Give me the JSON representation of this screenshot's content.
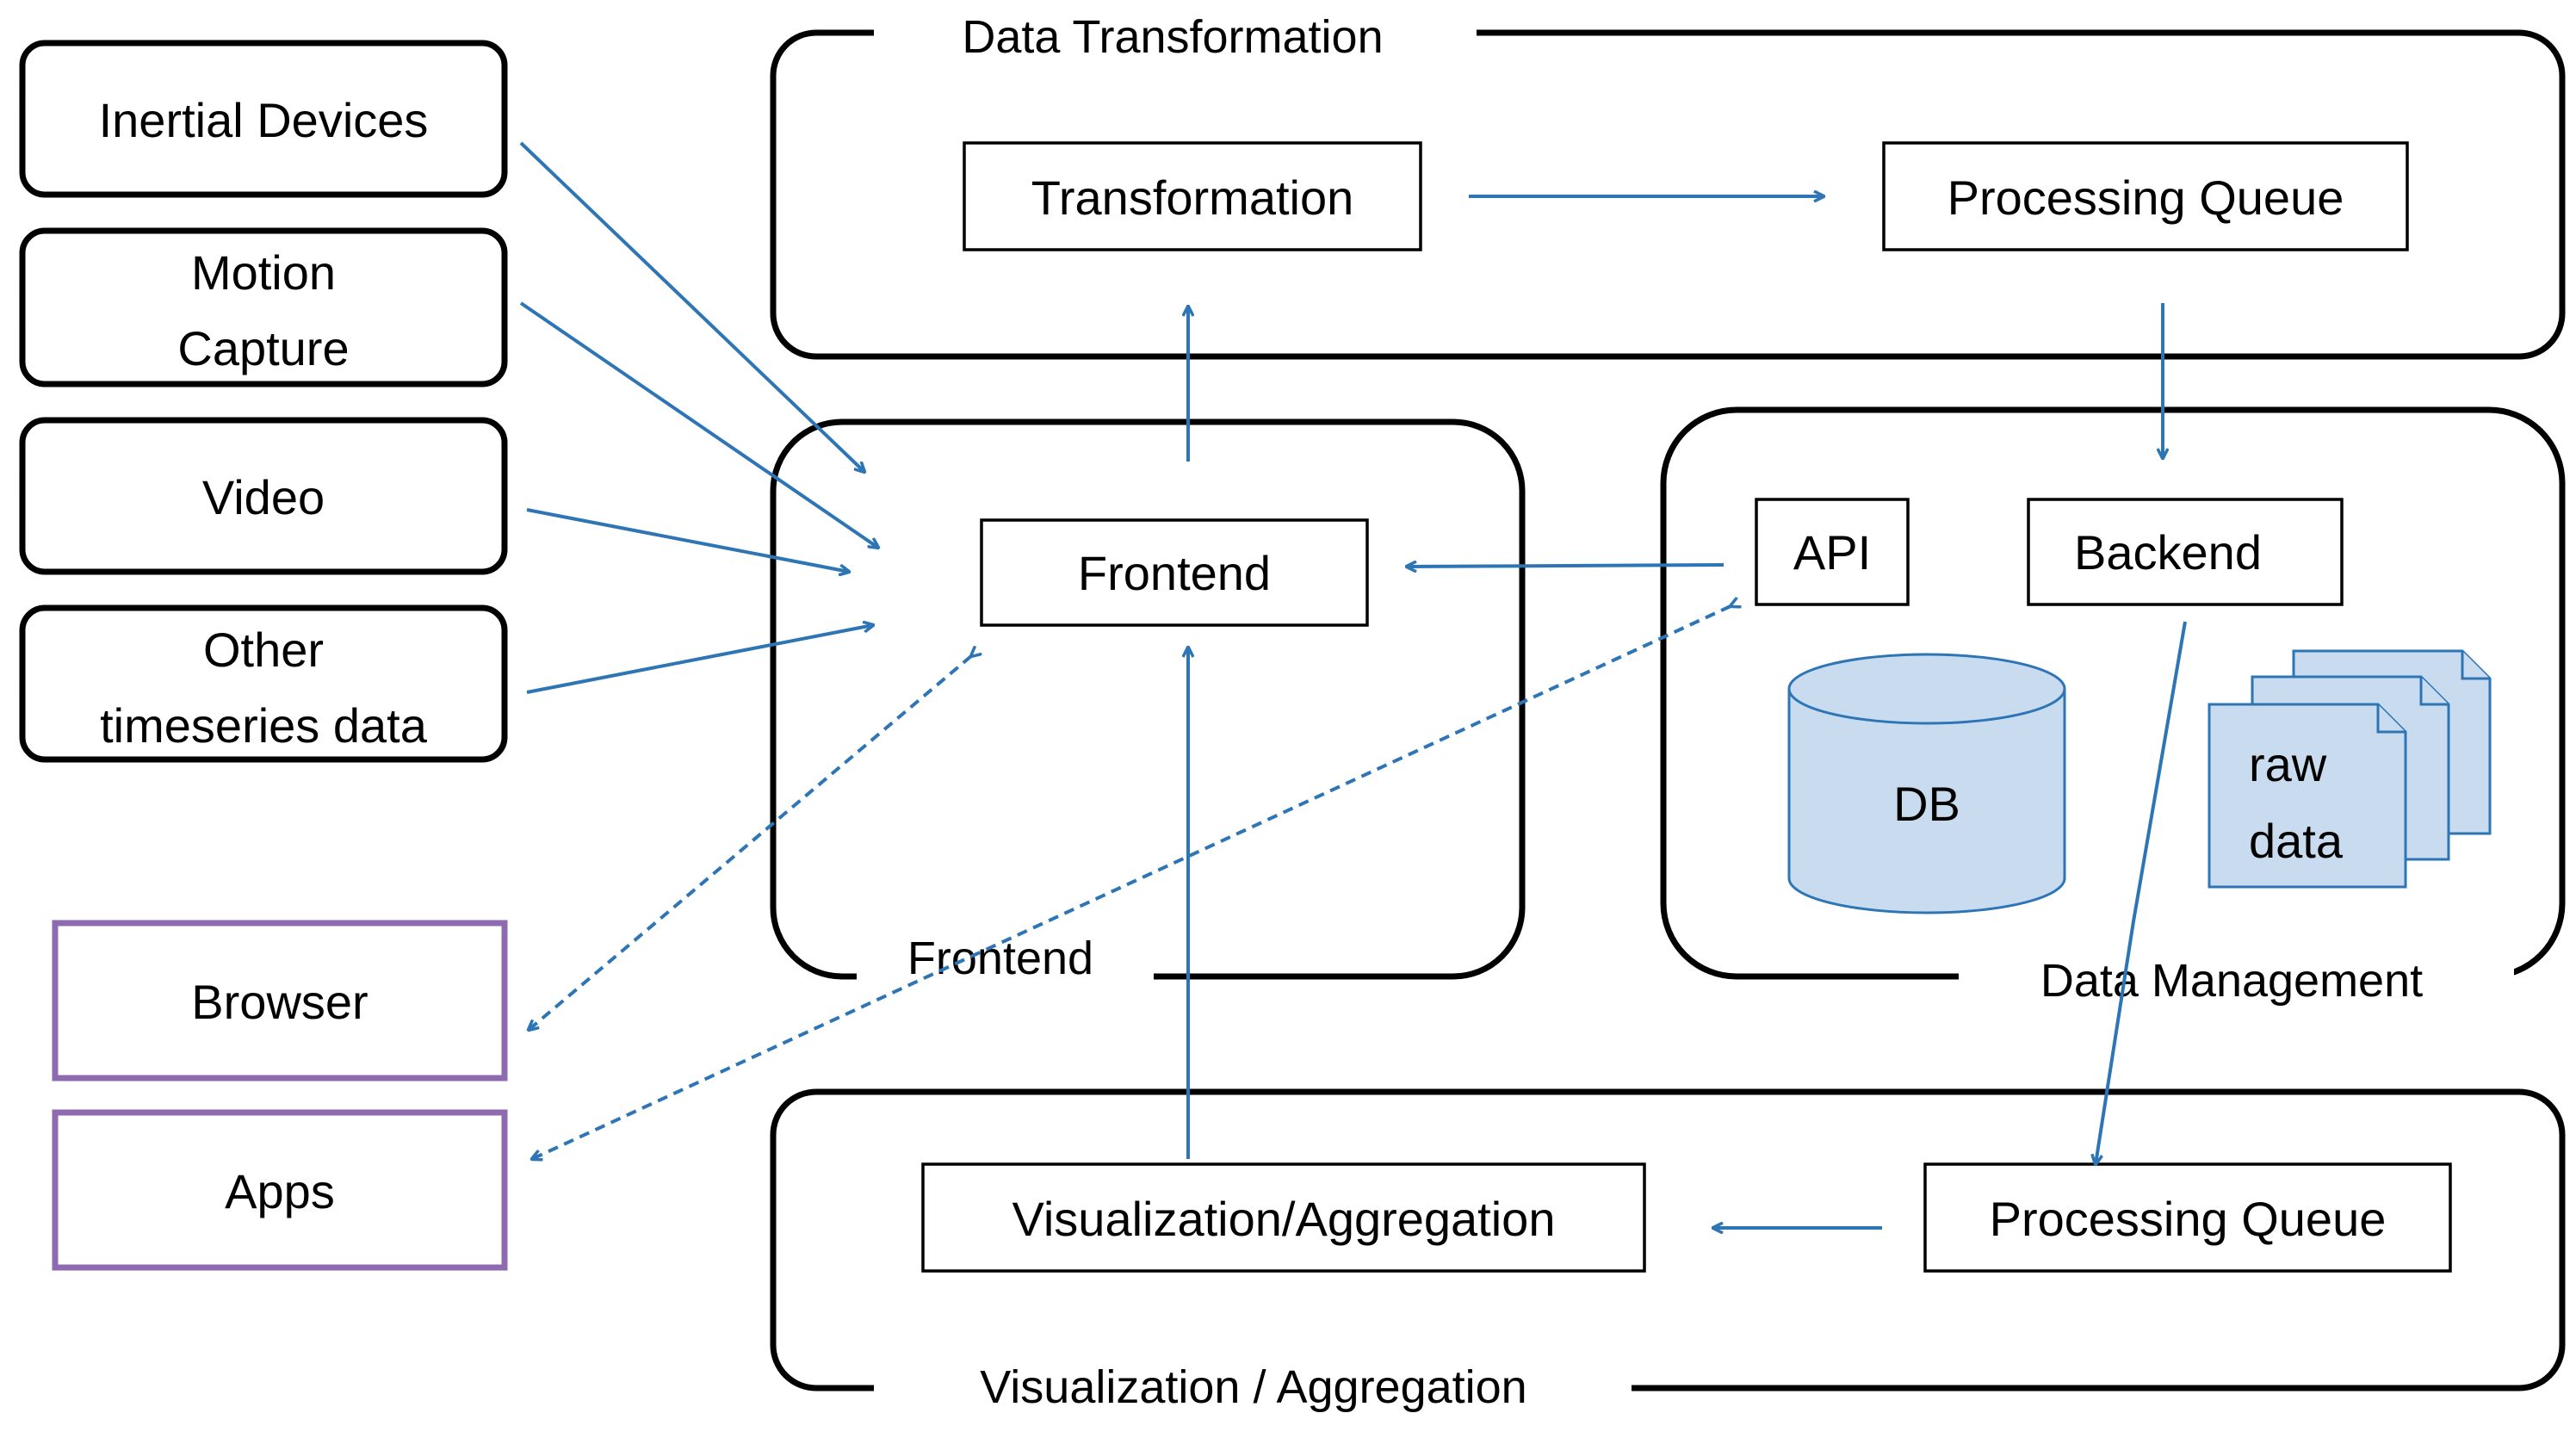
{
  "groups": {
    "data_transformation": "Data Transformation",
    "frontend": "Frontend",
    "data_management": "Data Management",
    "visualization_aggregation": "Visualization / Aggregation"
  },
  "components": {
    "transformation": "Transformation",
    "processing_queue_top": "Processing Queue",
    "frontend": "Frontend",
    "api": "API",
    "backend": "Backend",
    "db": "DB",
    "raw_data_line1": "raw",
    "raw_data_line2": "data",
    "visualization_aggregation": "Visualization/Aggregation",
    "processing_queue_bottom": "Processing Queue"
  },
  "sources": {
    "inertial_devices": "Inertial Devices",
    "motion_capture_line1": "Motion",
    "motion_capture_line2": "Capture",
    "video": "Video",
    "other_line1": "Other",
    "other_line2": "timeseries data"
  },
  "clients": {
    "browser": "Browser",
    "apps": "Apps"
  },
  "colors": {
    "arrow": "#2e75b6",
    "client_border": "#8e6bb0",
    "storage_fill": "#c9dcef"
  }
}
